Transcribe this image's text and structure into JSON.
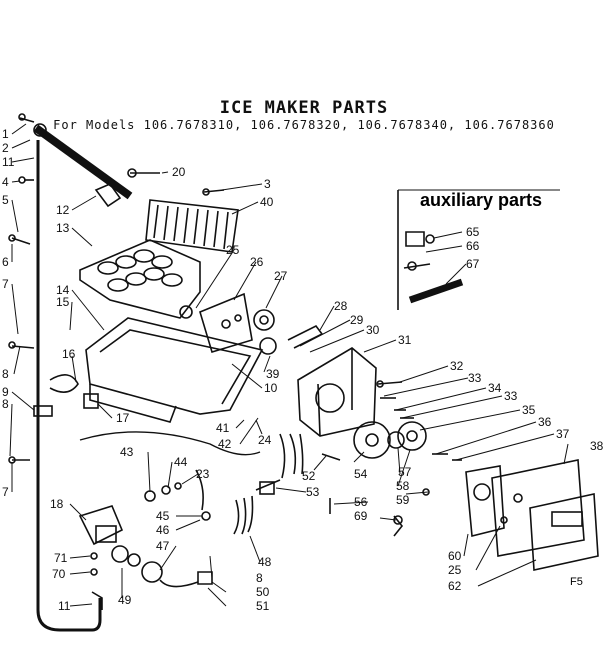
{
  "title": "ICE MAKER PARTS",
  "subtitle": "For Models 106.7678310, 106.7678320, 106.7678340, 106.7678360",
  "aux_label": "auxiliary parts",
  "corner_code": "F5",
  "callouts": [
    "1",
    "2",
    "11",
    "4",
    "5",
    "6",
    "7",
    "8",
    "9",
    "8",
    "7",
    "12",
    "13",
    "14",
    "15",
    "16",
    "17",
    "18",
    "71",
    "70",
    "11",
    "49",
    "20",
    "3",
    "40",
    "25",
    "26",
    "27",
    "28",
    "29",
    "30",
    "31",
    "39",
    "10",
    "41",
    "42",
    "24",
    "43",
    "44",
    "23",
    "45",
    "46",
    "47",
    "48",
    "8",
    "50",
    "51",
    "52",
    "53",
    "54",
    "56",
    "69",
    "57",
    "58",
    "59",
    "32",
    "33",
    "34",
    "33",
    "35",
    "36",
    "37",
    "38",
    "60",
    "25",
    "62",
    "65",
    "66",
    "67"
  ]
}
